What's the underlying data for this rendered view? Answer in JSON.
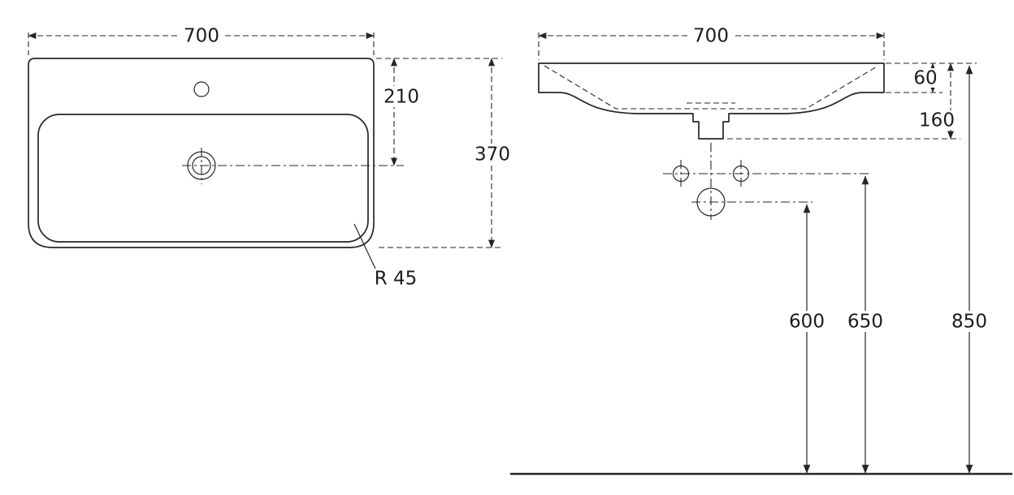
{
  "drawing": {
    "colors": {
      "line": "#262626",
      "background": "#ffffff"
    },
    "top_view": {
      "dim_width": "700",
      "dim_drain_offset": "210",
      "dim_depth": "370",
      "dim_corner_radius": "R 45"
    },
    "front_view": {
      "dim_width": "700",
      "dim_rim_height": "60",
      "dim_total_depth": "160",
      "dim_drain_height": "600",
      "dim_holes_height": "650",
      "dim_overall_height": "850"
    }
  }
}
